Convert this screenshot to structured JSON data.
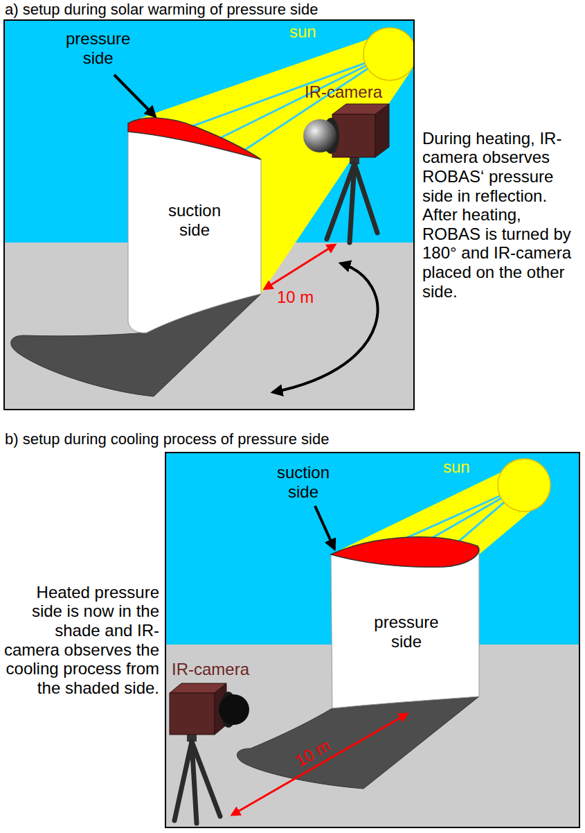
{
  "diagram": {
    "nodes": [
      {
        "text": [
          "a) setup during solar warming of pressure side"
        ]
      },
      {
        "text": [
          "suction side"
        ],
        "in": 0
      },
      {
        "text": [
          "b) setup during cooling process of pressure side"
        ]
      },
      {
        "text": [
          "pressure side"
        ],
        "in": 2
      }
    ],
    "labels": [
      "sun",
      "pressure side",
      "IR-camera",
      "10 m",
      "During heating, IR-camera observes ROBAS‘ pressure side in reflection. After heating, ROBAS is turned by 180° and IR-camera placed on the other side.",
      "sun",
      "suction side",
      "IR-camera",
      "10 m",
      "Heated pressure side is now in the shade and IR-camera observes the cooling process from the shaded side."
    ]
  }
}
